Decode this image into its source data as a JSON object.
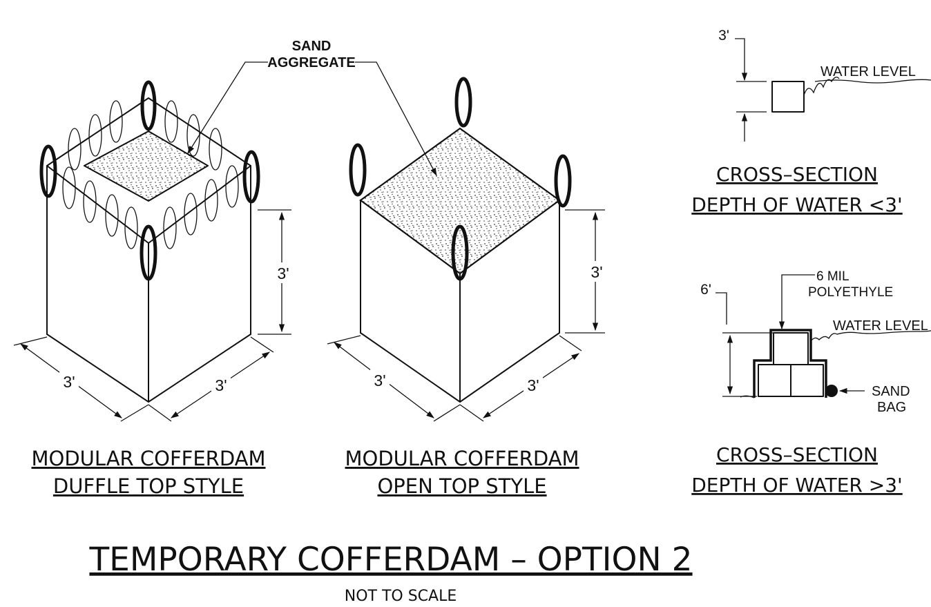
{
  "sheet": {
    "title": "TEMPORARY COFFERDAM – OPTION 2",
    "subtitle": "NOT TO SCALE"
  },
  "duffle_top": {
    "caption_line1": "MODULAR COFFERDAM",
    "caption_line2": "DUFFLE TOP STYLE",
    "dim_height": "3'",
    "dim_left": "3'",
    "dim_right": "3'"
  },
  "open_top": {
    "caption_line1": "MODULAR COFFERDAM",
    "caption_line2": "OPEN TOP STYLE",
    "dim_height": "3'",
    "dim_left": "3'",
    "dim_right": "3'"
  },
  "fill_callout": {
    "line1": "SAND",
    "line2": "AGGREGATE"
  },
  "section_shallow": {
    "caption_line1": "CROSS–SECTION",
    "caption_line2": "DEPTH OF WATER <3'",
    "dim": "3'",
    "water_level": "WATER LEVEL"
  },
  "section_deep": {
    "caption_line1": "CROSS–SECTION",
    "caption_line2": "DEPTH OF WATER >3'",
    "dim": "6'",
    "membrane_line1": "6 MIL",
    "membrane_line2": "POLYETHYLE",
    "water_level": "WATER LEVEL",
    "sandbag_line1": "SAND",
    "sandbag_line2": "BAG"
  }
}
